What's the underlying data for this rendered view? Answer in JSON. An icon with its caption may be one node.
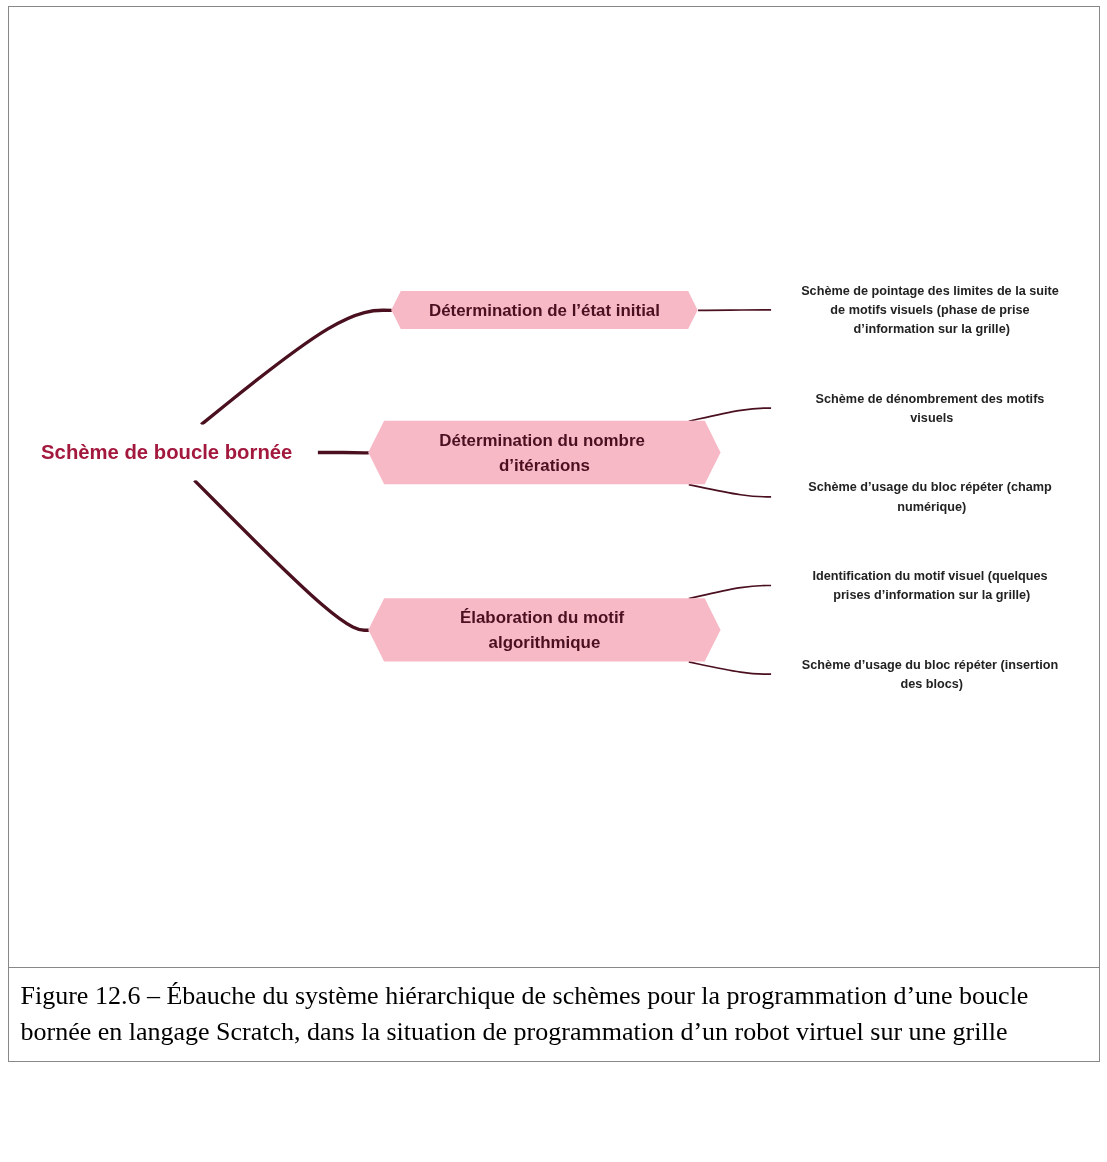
{
  "diagram": {
    "nodes": [
      {
        "text": [
          "Schème de boucle bornée"
        ]
      },
      {
        "text": [
          "Détermination de l’état initial"
        ]
      },
      {
        "text": [
          "Schème de pointage des limites de la suite de motifs visuels (phase de prise d’information sur la grille)"
        ]
      },
      {
        "text": [
          "Détermination du nombre d’itérations"
        ]
      },
      {
        "text": [
          "Schème de dénombrement des motifs visuels"
        ]
      },
      {
        "text": [
          "Schème d’usage du bloc répéter (champ numérique)"
        ]
      },
      {
        "text": [
          "Élaboration du motif algorithmique"
        ]
      },
      {
        "text": [
          "Identification du motif visuel (quelques prises d’information sur la grille)"
        ]
      },
      {
        "text": [
          "Schème d’usage du bloc répéter (insertion des blocs)"
        ]
      }
    ],
    "edges": [
      {
        "from": 0,
        "to": 1,
        "arrow": "none"
      },
      {
        "from": 1,
        "to": 2,
        "arrow": "none"
      },
      {
        "from": 0,
        "to": 3,
        "arrow": "none"
      },
      {
        "from": 3,
        "to": 4,
        "arrow": "none"
      },
      {
        "from": 3,
        "to": 5,
        "arrow": "none"
      },
      {
        "from": 0,
        "to": 6,
        "arrow": "none"
      },
      {
        "from": 6,
        "to": 7,
        "arrow": "none"
      },
      {
        "from": 6,
        "to": 8,
        "arrow": "none"
      }
    ],
    "caption": "Figure 12.6 – Ébauche du système hiérarchique de schèmes pour la programmation d’une boucle bornée en langage Scratch, dans la situation de programmation d’un robot virtuel sur une grille"
  }
}
